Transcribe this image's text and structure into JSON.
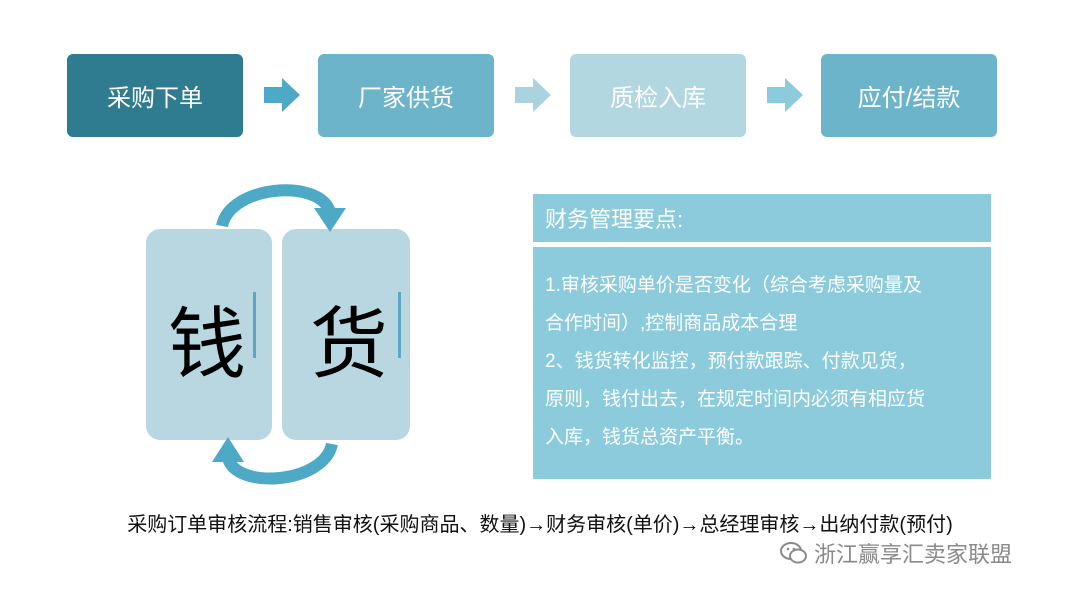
{
  "flow": {
    "steps": [
      {
        "label": "采购下单",
        "color": "#2f7b8f"
      },
      {
        "label": "厂家供货",
        "color": "#6cb4c9"
      },
      {
        "label": "质检入库",
        "color": "#b3d7e1"
      },
      {
        "label": "应付/结款",
        "color": "#6cb4c9"
      }
    ]
  },
  "cycle": {
    "left_char": "钱",
    "right_char": "货"
  },
  "key_points": {
    "title": "财务管理要点:",
    "lines": [
      "1.审核采购单价是否变化（综合考虑采购量及",
      "合作时间）,控制商品成本合理",
      "2、钱货转化监控，预付款跟踪、付款见货，",
      "原则，钱付出去，在规定时间内必须有相应货",
      "入库，钱货总资产平衡。"
    ]
  },
  "process_text": "采购订单审核流程:销售审核(采购商品、数量)→财务审核(单价)→总经理审核→出纳付款(预付)",
  "watermark": "浙江赢享汇卖家联盟",
  "colors": {
    "accent_dark": "#2f7b8f",
    "accent_mid": "#6cb4c9",
    "accent_light": "#b3d7e1",
    "panel": "#b9d7e1",
    "box": "#8ccbdc",
    "cycle_arrow": "#4ea9c6"
  }
}
